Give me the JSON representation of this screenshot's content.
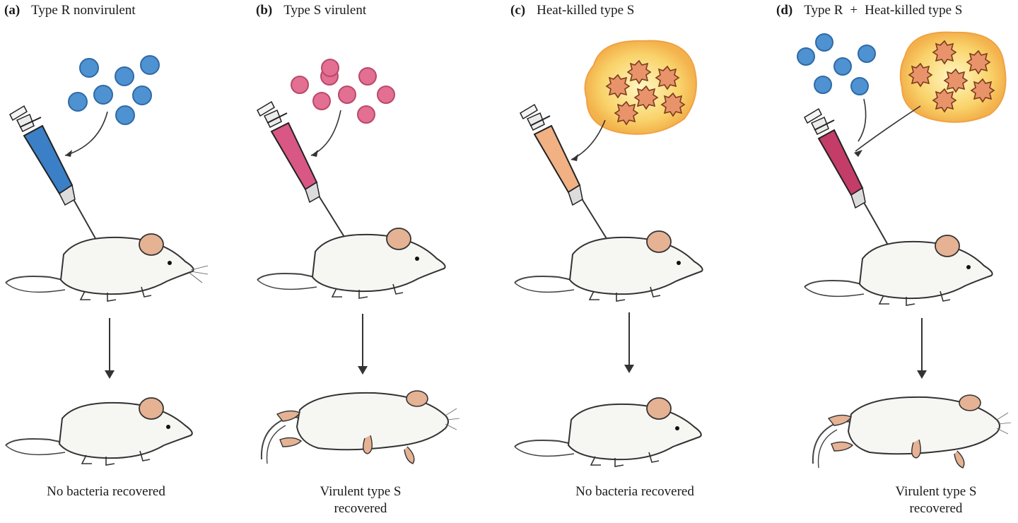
{
  "colors": {
    "typeR_cell": "#4f92d1",
    "typeS_cell": "#e36f92",
    "heat_killed_glow": "#f7c65a",
    "heat_killed_cell": "#e9936b",
    "syringe_blue": "#3b7fc6",
    "syringe_pink": "#d95784",
    "syringe_peach": "#f1b183",
    "syringe_crimson": "#c43c68",
    "mouse_body": "#f6f6f2",
    "mouse_ear": "#e5b294"
  },
  "panels": [
    {
      "letter": "(a)",
      "title": "Type R nonvirulent",
      "result_lines": [
        "No bacteria recovered"
      ],
      "outcome": "alive"
    },
    {
      "letter": "(b)",
      "title": "Type S virulent",
      "result_lines": [
        "Virulent type S",
        "recovered"
      ],
      "outcome": "dead"
    },
    {
      "letter": "(c)",
      "title": "Heat-killed type S",
      "result_lines": [
        "No bacteria recovered"
      ],
      "outcome": "alive"
    },
    {
      "letter": "(d)",
      "title": "Type R",
      "title_plus": "+",
      "title_extra": "Heat-killed type S",
      "result_lines": [
        "Virulent type S",
        "recovered"
      ],
      "outcome": "dead"
    }
  ]
}
